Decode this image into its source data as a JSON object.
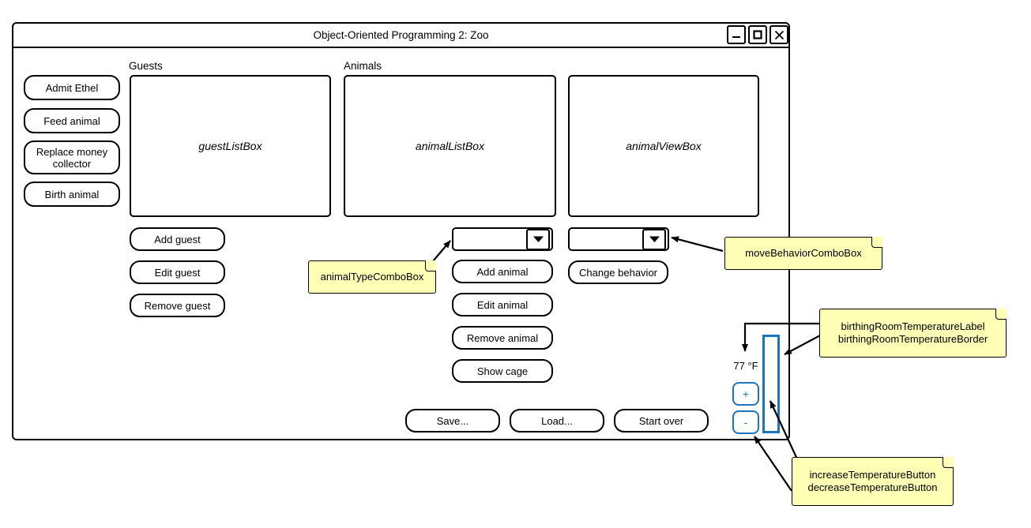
{
  "window": {
    "title": "Object-Oriented Programming 2: Zoo",
    "controls": [
      {
        "name": "minimize-button",
        "glyph": "_"
      },
      {
        "name": "maximize-button",
        "glyph": "square"
      },
      {
        "name": "close-button",
        "glyph": "X"
      }
    ]
  },
  "left_actions": [
    {
      "label": "Admit Ethel"
    },
    {
      "label": "Feed animal"
    },
    {
      "label": "Replace money collector"
    },
    {
      "label": "Birth animal"
    }
  ],
  "sections": {
    "guests_label": "Guests",
    "animals_label": "Animals"
  },
  "boxes": {
    "guest_list": "guestListBox",
    "animal_list": "animalListBox",
    "animal_view": "animalViewBox"
  },
  "guest_actions": [
    {
      "label": "Add guest"
    },
    {
      "label": "Edit guest"
    },
    {
      "label": "Remove guest"
    }
  ],
  "animal_actions": [
    {
      "label": "Add animal"
    },
    {
      "label": "Edit animal"
    },
    {
      "label": "Remove animal"
    },
    {
      "label": "Show cage"
    }
  ],
  "behavior_action": {
    "label": "Change behavior"
  },
  "combos": {
    "animal_type": {
      "value": "",
      "name": "animalTypeComboBox"
    },
    "move_behavior": {
      "value": "",
      "name": "moveBehaviorComboBox"
    }
  },
  "bottom_actions": [
    {
      "label": "Save..."
    },
    {
      "label": "Load..."
    },
    {
      "label": "Start over"
    }
  ],
  "temperature": {
    "value_label": "77 °F",
    "increase_label": "+",
    "decrease_label": "-",
    "accent_color": "#1c75bc"
  },
  "callouts": [
    {
      "id": "animal-type",
      "text": "animalTypeComboBox"
    },
    {
      "id": "move-behavior",
      "text": "moveBehaviorComboBox"
    },
    {
      "id": "birthing-room",
      "text": "birthingRoomTemperatureLabel\nbirthingRoomTemperatureBorder"
    },
    {
      "id": "temp-buttons",
      "text": "increaseTemperatureButton\ndecreaseTemperatureButton"
    }
  ],
  "colors": {
    "note_fill": "#ffffb5",
    "outline": "#000000",
    "accent": "#1c75bc"
  }
}
